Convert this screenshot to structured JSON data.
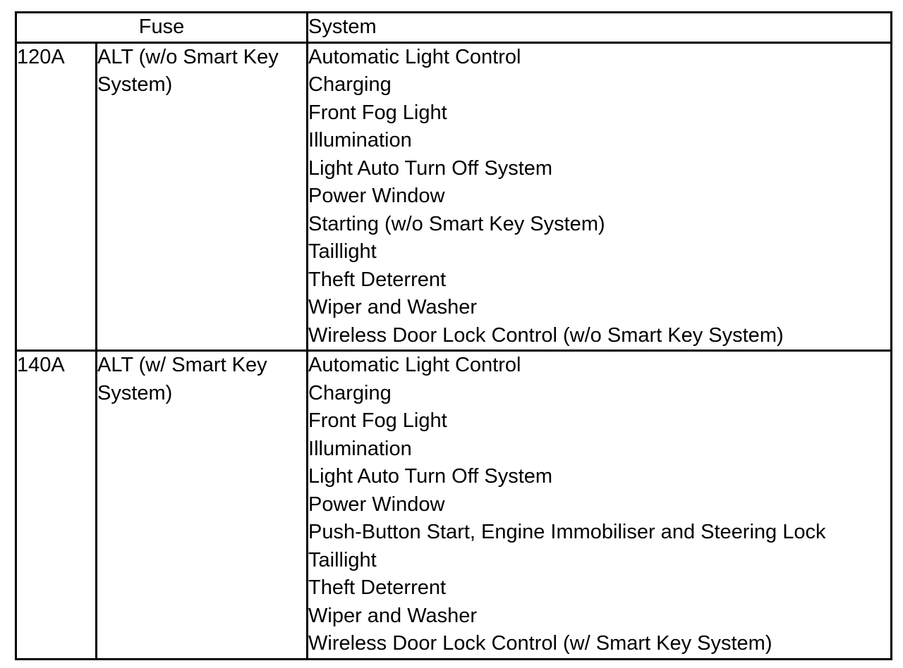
{
  "document": {
    "kind": "fuse-system-table",
    "background_color": "#ffffff",
    "text_color": "#000000",
    "border_color": "#000000"
  },
  "table": {
    "headers": {
      "fuse": "Fuse",
      "system": "System"
    },
    "rows": [
      {
        "amperage": "120A",
        "description": "ALT (w/o Smart Key System)",
        "systems": [
          "Automatic Light Control",
          "Charging",
          "Front Fog Light",
          "Illumination",
          "Light Auto Turn Off System",
          "Power Window",
          "Starting (w/o Smart Key System)",
          "Taillight",
          "Theft Deterrent",
          "Wiper and Washer",
          "Wireless Door Lock Control (w/o Smart Key System)"
        ]
      },
      {
        "amperage": "140A",
        "description": "ALT (w/ Smart Key System)",
        "systems": [
          "Automatic Light Control",
          "Charging",
          "Front Fog Light",
          "Illumination",
          "Light Auto Turn Off System",
          "Power Window",
          "Push-Button Start, Engine Immobiliser and Steering Lock",
          "Taillight",
          "Theft Deterrent",
          "Wiper and Washer",
          "Wireless Door Lock Control (w/ Smart Key System)"
        ]
      }
    ]
  }
}
